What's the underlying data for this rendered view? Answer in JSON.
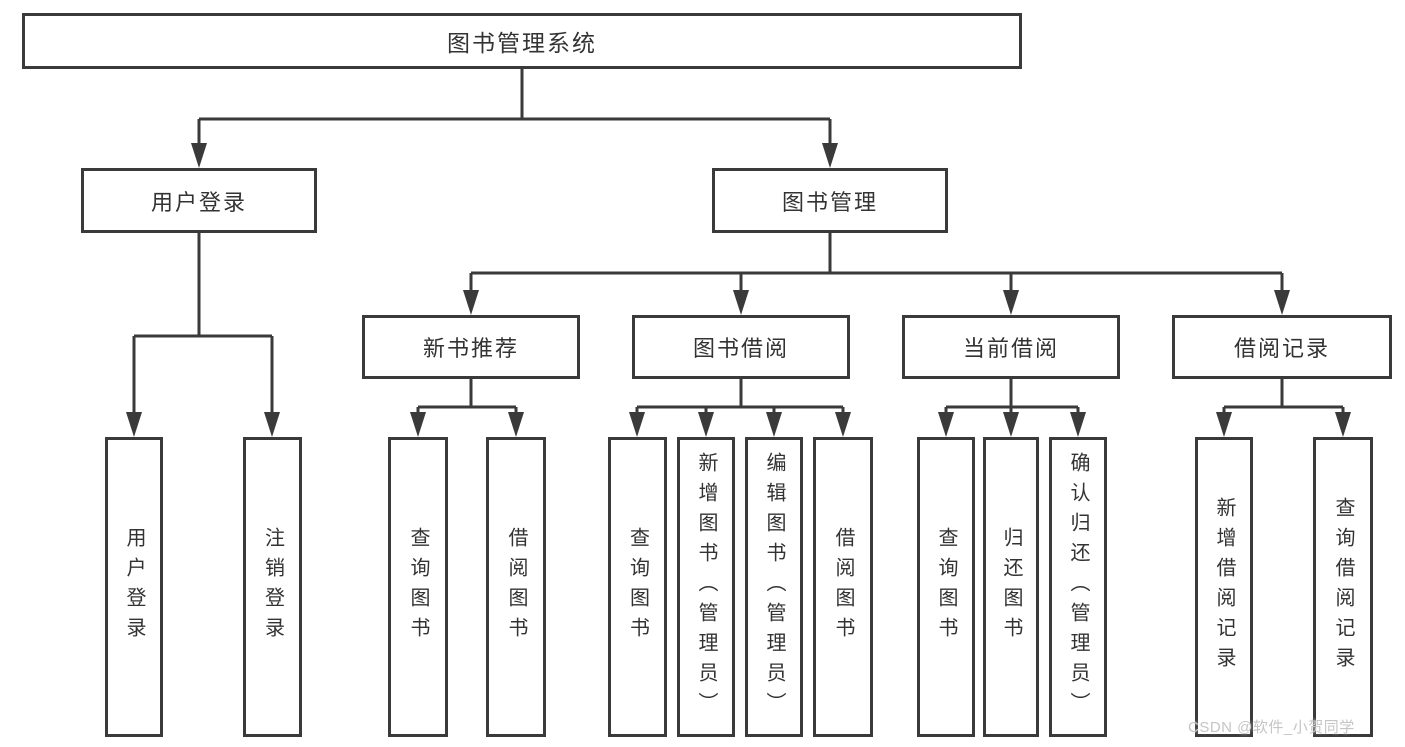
{
  "nodes": {
    "root": "图书管理系统",
    "user_login": "用户登录",
    "book_mgmt": "图书管理",
    "new_book_rec": "新书推荐",
    "book_borrow": "图书借阅",
    "current_borrow": "当前借阅",
    "borrow_records": "借阅记录",
    "leaf_login": "用户登录",
    "leaf_logout": "注销登录",
    "leaf_rec_query": "查询图书",
    "leaf_rec_borrow": "借阅图书",
    "leaf_bor_query": "查询图书",
    "leaf_bor_add": "新增图书（管理员）",
    "leaf_bor_edit": "编辑图书（管理员）",
    "leaf_bor_borrow": "借阅图书",
    "leaf_cur_query": "查询图书",
    "leaf_cur_return": "归还图书",
    "leaf_cur_confirm": "确认归还（管理员）",
    "leaf_log_add": "新增借阅记录",
    "leaf_log_query": "查询借阅记录"
  },
  "hierarchy": {
    "图书管理系统": {
      "用户登录": [
        "用户登录",
        "注销登录"
      ],
      "图书管理": {
        "新书推荐": [
          "查询图书",
          "借阅图书"
        ],
        "图书借阅": [
          "查询图书",
          "新增图书（管理员）",
          "编辑图书（管理员）",
          "借阅图书"
        ],
        "当前借阅": [
          "查询图书",
          "归还图书",
          "确认归还（管理员）"
        ],
        "借阅记录": [
          "新增借阅记录",
          "查询借阅记录"
        ]
      }
    }
  },
  "watermark": "CSDN @软件_小贺同学",
  "colors": {
    "line": "#3a3a3a",
    "text": "#333333",
    "background": "#ffffff",
    "watermark": "#c5c5c5"
  }
}
